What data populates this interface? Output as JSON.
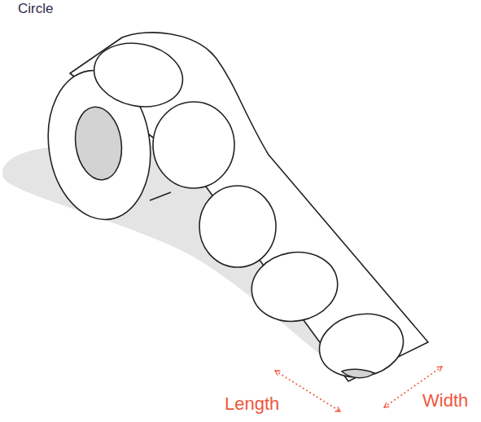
{
  "diagram": {
    "title": "Circle",
    "labels": [
      "Length",
      "Width"
    ]
  }
}
